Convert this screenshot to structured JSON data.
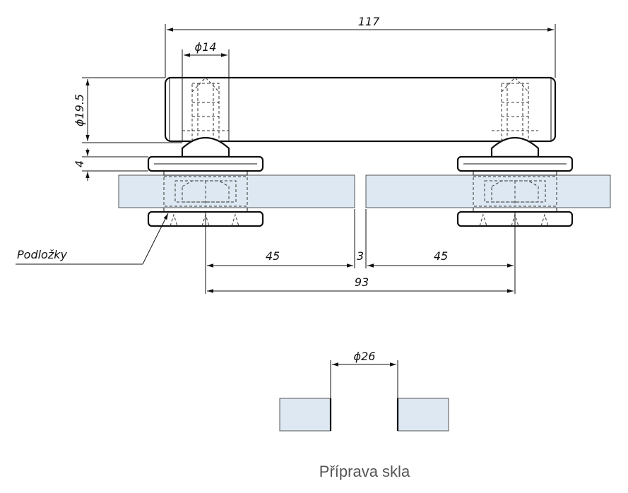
{
  "dimensions": {
    "overall_length": "117",
    "bolt_diameter": "ϕ14",
    "handle_diameter": "ϕ19.5",
    "washer_thickness": "4",
    "left_offset": "45",
    "gap": "3",
    "right_offset": "45",
    "hole_spacing": "93",
    "hole_diameter": "ϕ26"
  },
  "labels": {
    "washers": "Podložky",
    "glass_preparation": "Příprava skla"
  },
  "colors": {
    "glass_fill": "#dde8f2",
    "line": "#111111",
    "caption": "#555555"
  }
}
